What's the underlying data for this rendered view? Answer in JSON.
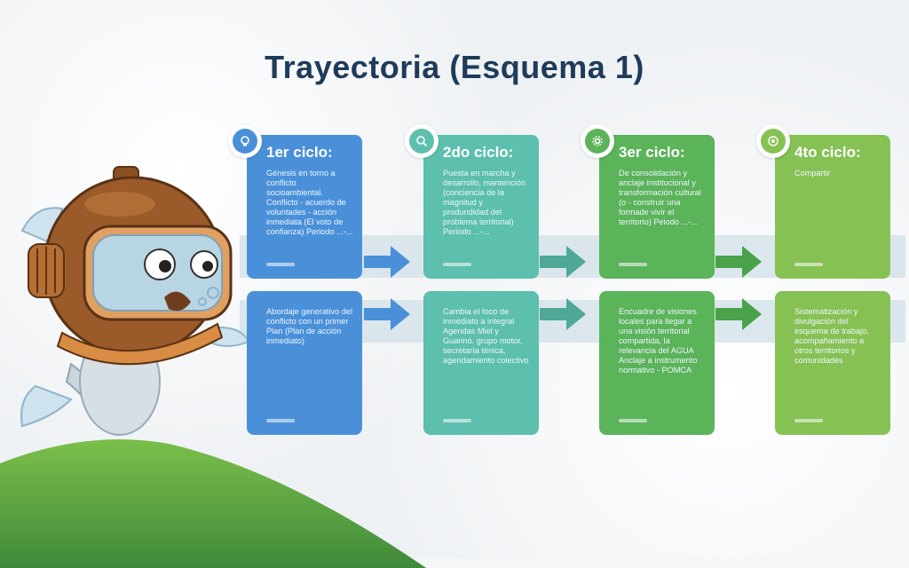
{
  "title": "Trayectoria (Esquema 1)",
  "cycles": [
    {
      "heading": "1er ciclo:",
      "icon": "lightbulb-icon",
      "color": "#4a90d9",
      "top_text": "Génesis en torno a conflicto socioambiental. Conflicto - acuerdo de voluntades - acción inmediata (El voto de confianza) Periodo ...-...",
      "bottom_text": "Abordaje generativo del conflicto con un primer Plan (Plan de acción inmediato)"
    },
    {
      "heading": "2do ciclo:",
      "icon": "magnifier-icon",
      "color": "#5dbfae",
      "top_text": "Puesta en marcha y desarrollo, mantención (conciencia de la magnitud y produndidad del problema territorial) Periodo ...-...",
      "bottom_text": "Cambia el foco de inmediato a integral Agendas Miel y Guarinó, grupo motor, secretaría ténica, agendamiento colectivo"
    },
    {
      "heading": "3er ciclo:",
      "icon": "gear-icon",
      "color": "#5bb35a",
      "top_text": "De consolidación y anclaje institucional y transformación cultural (o - construir una formade vivir el territorio) Peiodo ...-...",
      "bottom_text": "Encuadre de visiones locales para llegar a una visión territorial compartida, la relevancia del AGUA Anclaje a instrumento normativo - POMCA"
    },
    {
      "heading": "4to ciclo:",
      "icon": "target-icon",
      "color": "#86c154",
      "top_text": "Compartir",
      "bottom_text": "Sistematización y divulgación del esquema de trabajo, acompañamiento a otros territorios y comunidades"
    }
  ],
  "colors": {
    "title": "#1f3b5a",
    "band": "#d6e3ea",
    "hill": "#5a9a3c"
  }
}
